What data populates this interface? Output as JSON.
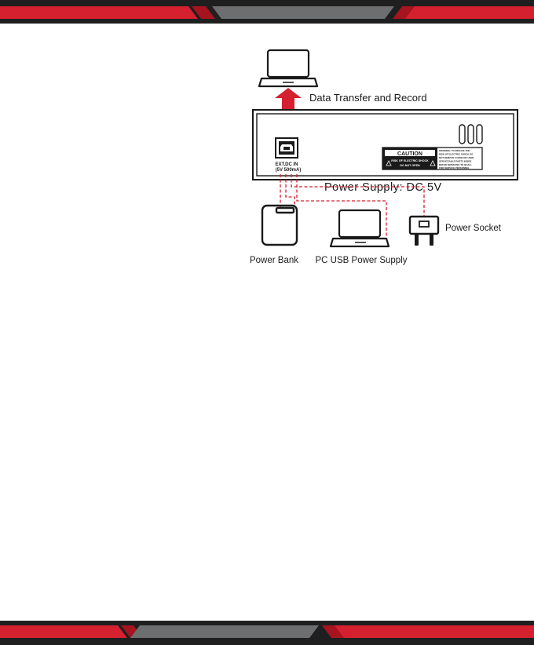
{
  "colors": {
    "accent_red": "#d4202f",
    "dark_red": "#a5141f",
    "band_dark": "#1f1f1f",
    "band_gray": "#6d6e70",
    "line": "#1a1a1a",
    "dashed_link": "#d4202f"
  },
  "diagram": {
    "data_label": "Data Transfer and Record",
    "power_label": "Power Supply: DC 5V",
    "port_label_line1": "EXT.DC IN",
    "port_label_line2": "(5V 500mA)",
    "caution_title": "CAUTION",
    "caution_line1": "RISK OF ELECTRIC SHOCK",
    "caution_line2": "DO NOT OPEN",
    "warning_lines": [
      "WARNING: TO REDUCE THE",
      "RISK OF ELECTRIC SHOCK DO",
      "NOT REMOVE COVER.NO USER",
      "SERVICEABLE PARTS INSIDE.",
      "REFER SERVICING TO QUALI-",
      "FIED SERVICE PERSONNEL"
    ],
    "sources": {
      "power_bank": "Power Bank",
      "pc_usb": "PC USB Power Supply",
      "power_socket": "Power Socket"
    },
    "icons": {
      "laptop_top": "laptop-icon",
      "laptop_bottom": "laptop-icon",
      "power_bank": "power-bank-icon",
      "plug": "power-plug-icon",
      "usb_port": "usb-b-port-icon",
      "data_arrow": "double-arrow-icon"
    }
  }
}
